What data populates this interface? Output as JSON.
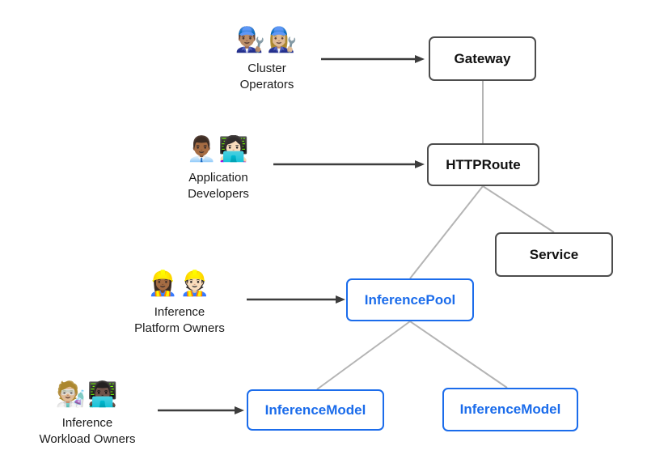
{
  "colors": {
    "background": "#ffffff",
    "node_border_dark": "#4d4d4d",
    "node_text_dark": "#111111",
    "node_accent_blue": "#1b6ceb",
    "connector_gray": "#b4b4b4",
    "arrow_dark": "#3d3d3d"
  },
  "actors": [
    {
      "id": "cluster-operators",
      "emojis": [
        "👨🏽‍🔧",
        "👩🏼‍🔧"
      ],
      "lines": [
        "Cluster",
        "Operators"
      ]
    },
    {
      "id": "application-developers",
      "emojis": [
        "👨🏾‍💼",
        "👩🏻‍💻"
      ],
      "lines": [
        "Application",
        "Developers"
      ]
    },
    {
      "id": "inference-platform-owners",
      "emojis": [
        "👷🏾‍♀️",
        "👷🏻"
      ],
      "lines": [
        "Inference",
        "Platform Owners"
      ]
    },
    {
      "id": "inference-workload-owners",
      "emojis": [
        "🧑🏼‍🔬",
        "👨🏿‍💻"
      ],
      "lines": [
        "Inference",
        "Workload Owners"
      ]
    }
  ],
  "nodes": [
    {
      "id": "gateway",
      "label": "Gateway",
      "variant": "dark"
    },
    {
      "id": "httproute",
      "label": "HTTPRoute",
      "variant": "dark"
    },
    {
      "id": "service",
      "label": "Service",
      "variant": "dark"
    },
    {
      "id": "inferencepool",
      "label": "InferencePool",
      "variant": "blue"
    },
    {
      "id": "inferencemodel-left",
      "label": "InferenceModel",
      "variant": "blue"
    },
    {
      "id": "inferencemodel-right",
      "label": "InferenceModel",
      "variant": "blue"
    }
  ],
  "edges": [
    {
      "from": "Gateway",
      "to": "HTTPRoute",
      "style": "gray-line"
    },
    {
      "from": "HTTPRoute",
      "to": "Service",
      "style": "gray-line"
    },
    {
      "from": "HTTPRoute",
      "to": "InferencePool",
      "style": "gray-line"
    },
    {
      "from": "InferencePool",
      "to": "InferenceModel (left)",
      "style": "gray-line"
    },
    {
      "from": "InferencePool",
      "to": "InferenceModel (right)",
      "style": "gray-line"
    },
    {
      "from": "Cluster Operators",
      "to": "Gateway",
      "style": "black-arrow"
    },
    {
      "from": "Application Developers",
      "to": "HTTPRoute",
      "style": "black-arrow"
    },
    {
      "from": "Inference Platform Owners",
      "to": "InferencePool",
      "style": "black-arrow"
    },
    {
      "from": "Inference Workload Owners",
      "to": "InferenceModel (left)",
      "style": "black-arrow"
    }
  ]
}
